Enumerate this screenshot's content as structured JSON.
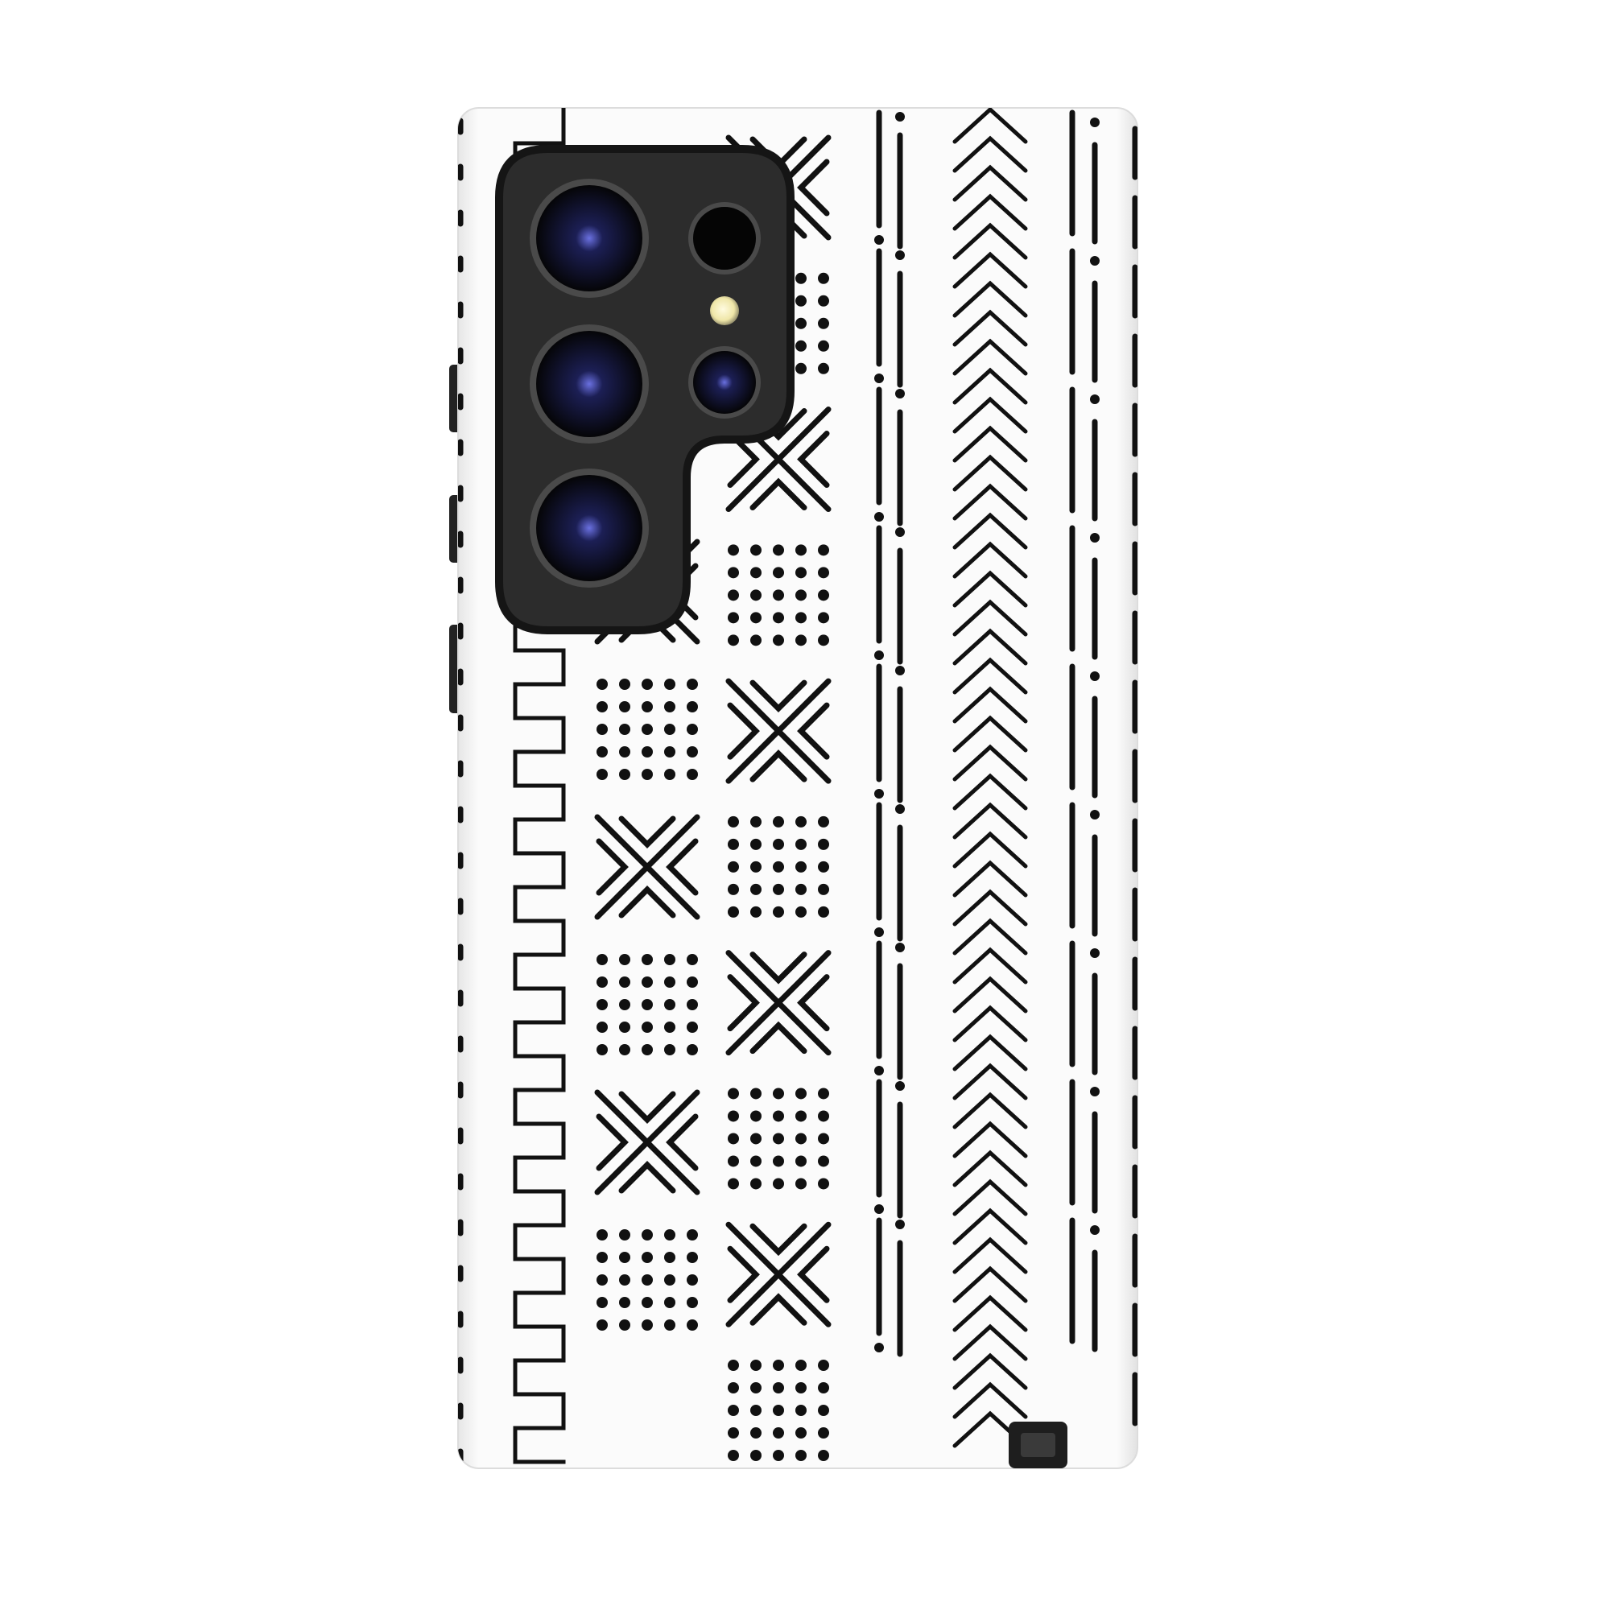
{
  "product": {
    "type": "phone case",
    "case_color": "#fbfbfb",
    "pattern_color": "#111111",
    "camera_module_color": "#2a2a2a",
    "lens_count": 5,
    "pattern_columns": [
      "edge-dashes",
      "square-wave",
      "x-and-dot-grid",
      "dot-grid-and-x",
      "dash-dot-lines",
      "chevrons",
      "dash-lines"
    ]
  }
}
